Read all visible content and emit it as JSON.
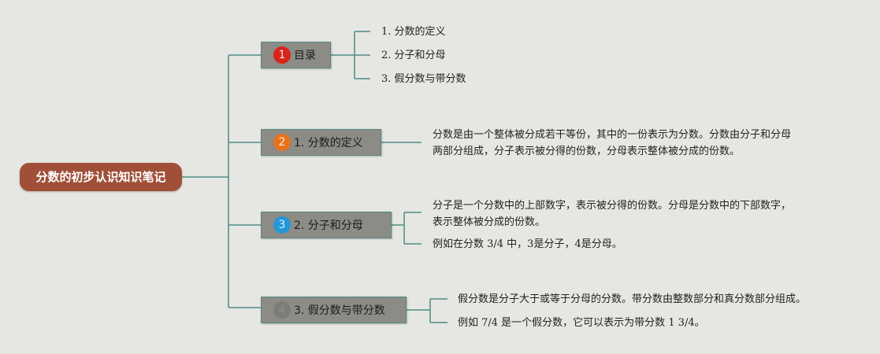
{
  "root": {
    "title": "分数的初步认识知识笔记"
  },
  "branches": [
    {
      "badge": "1",
      "badge_color": "#d7251b",
      "label": "目录",
      "items": [
        "1. 分数的定义",
        "2. 分子和分母",
        "3. 假分数与带分数"
      ]
    },
    {
      "badge": "2",
      "badge_color": "#e8731c",
      "label": "1. 分数的定义",
      "items": [
        "分数是由一个整体被分成若干等份，其中的一份表示为分数。分数由分子和分母\n两部分组成，分子表示被分得的份数，分母表示整体被分成的份数。"
      ]
    },
    {
      "badge": "3",
      "badge_color": "#2497d9",
      "label": "2. 分子和分母",
      "items": [
        "分子是一个分数中的上部数字，表示被分得的份数。分母是分数中的下部数字，\n表示整体被分成的份数。",
        "例如在分数 3/4 中，3是分子，4是分母。"
      ]
    },
    {
      "badge": "4",
      "badge_color": "#7d7b78",
      "label": "3. 假分数与带分数",
      "items": [
        "假分数是分子大于或等于分母的分数。带分数由整数部分和真分数部分组成。",
        "例如 7/4 是一个假分数，它可以表示为带分数 1 3/4。"
      ]
    }
  ],
  "colors": {
    "connector": "#4e8c84",
    "background": "#e6e7e3"
  }
}
